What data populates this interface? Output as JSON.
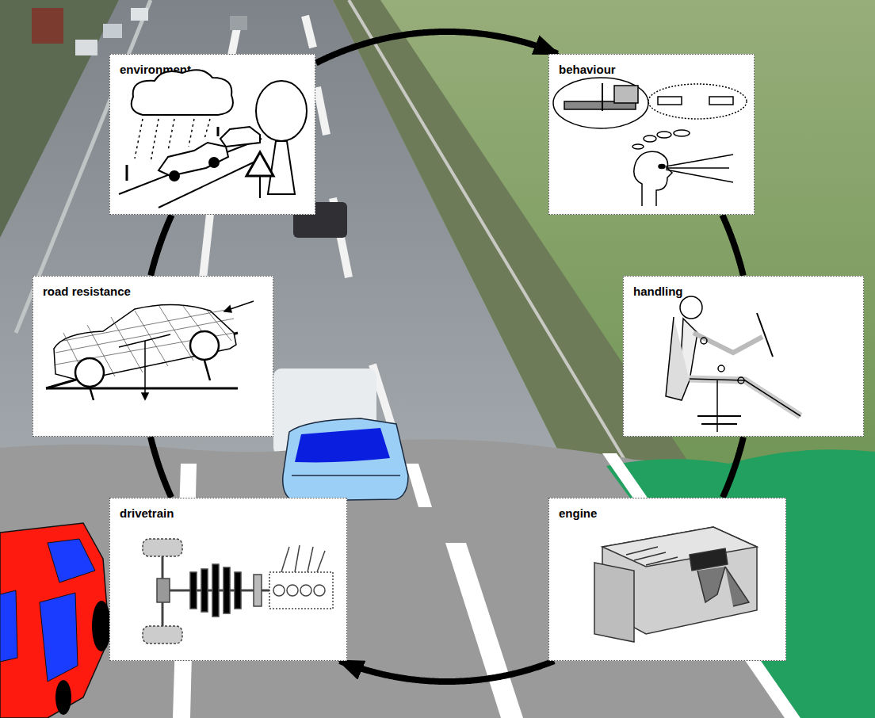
{
  "diagram": {
    "nodes": [
      {
        "text": [
          "environment"
        ]
      },
      {
        "text": [
          "behaviour"
        ]
      },
      {
        "text": [
          "road resistance"
        ]
      },
      {
        "text": [
          "handling"
        ]
      },
      {
        "text": [
          "drivetrain"
        ]
      },
      {
        "text": [
          "engine"
        ]
      }
    ],
    "edges": [
      {
        "from": 0,
        "to": 1,
        "arrow": "to"
      },
      {
        "from": 1,
        "to": 3,
        "arrow": "none"
      },
      {
        "from": 3,
        "to": 5,
        "arrow": "none"
      },
      {
        "from": 5,
        "to": 4,
        "arrow": "to"
      },
      {
        "from": 4,
        "to": 2,
        "arrow": "none"
      },
      {
        "from": 2,
        "to": 0,
        "arrow": "none"
      }
    ]
  }
}
